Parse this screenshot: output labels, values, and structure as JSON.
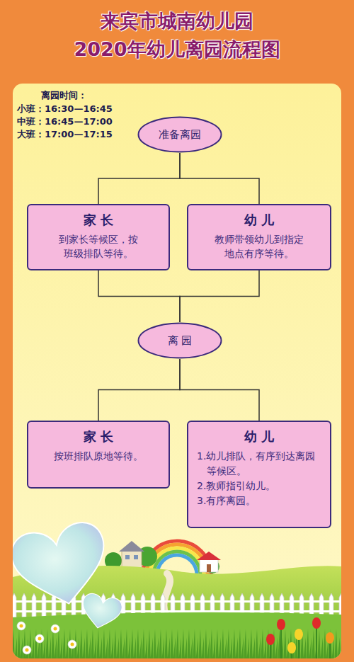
{
  "diagram": {
    "title": "来宾市城南幼儿园 2020年幼儿离园流程图",
    "nodes": [
      {
        "text": [
          "准备离园"
        ]
      },
      {
        "text": [
          "家 长",
          "到家长等候区，按班级排队等待。"
        ]
      },
      {
        "text": [
          "幼 儿",
          "教师带领幼儿到指定地点有序等待。"
        ]
      },
      {
        "text": [
          "离 园"
        ]
      },
      {
        "text": [
          "家 长",
          "按班排队原地等待。"
        ]
      },
      {
        "text": [
          "幼 儿",
          "1.幼儿排队，有序到达离园等候区。",
          "2.教师指引幼儿。",
          "3.有序离园。"
        ]
      }
    ],
    "edges": [
      {
        "from": 0,
        "to": 1,
        "arrow": "none"
      },
      {
        "from": 0,
        "to": 2,
        "arrow": "none"
      },
      {
        "from": 1,
        "to": 3,
        "arrow": "none"
      },
      {
        "from": 2,
        "to": 3,
        "arrow": "none"
      },
      {
        "from": 3,
        "to": 4,
        "arrow": "none"
      },
      {
        "from": 3,
        "to": 5,
        "arrow": "none"
      }
    ],
    "labels": [
      "离园时间：",
      "小班：16:30—16:45",
      "中班：16:45—17:00",
      "大班：17:00—17:15"
    ]
  }
}
